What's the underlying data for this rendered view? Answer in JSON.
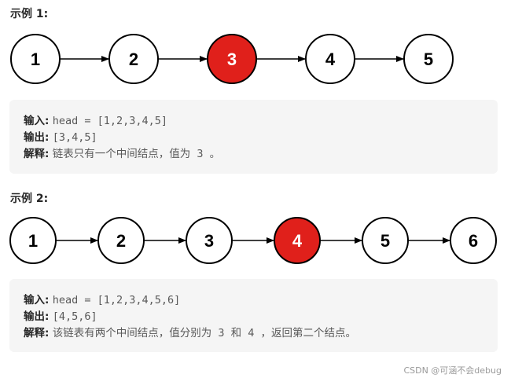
{
  "examples": [
    {
      "heading": "示例 1:",
      "nodes": [
        "1",
        "2",
        "3",
        "4",
        "5"
      ],
      "highlight_index": 2,
      "input_label": "输入:",
      "input_value": "head = [1,2,3,4,5]",
      "output_label": "输出:",
      "output_value": "[3,4,5]",
      "explain_label": "解释:",
      "explain_text": "链表只有一个中间结点，值为 3 。"
    },
    {
      "heading": "示例 2:",
      "nodes": [
        "1",
        "2",
        "3",
        "4",
        "5",
        "6"
      ],
      "highlight_index": 3,
      "input_label": "输入:",
      "input_value": "head = [1,2,3,4,5,6]",
      "output_label": "输出:",
      "output_value": "[4,5,6]",
      "explain_label": "解释:",
      "explain_text": "该链表有两个中间结点，值分别为 3 和 4 ，返回第二个结点。"
    }
  ],
  "watermark": "CSDN @可涵不会debug",
  "colors": {
    "node_fill": "#ffffff",
    "node_highlight": "#e0201b",
    "node_stroke": "#000000",
    "box_bg": "#f5f5f5"
  }
}
